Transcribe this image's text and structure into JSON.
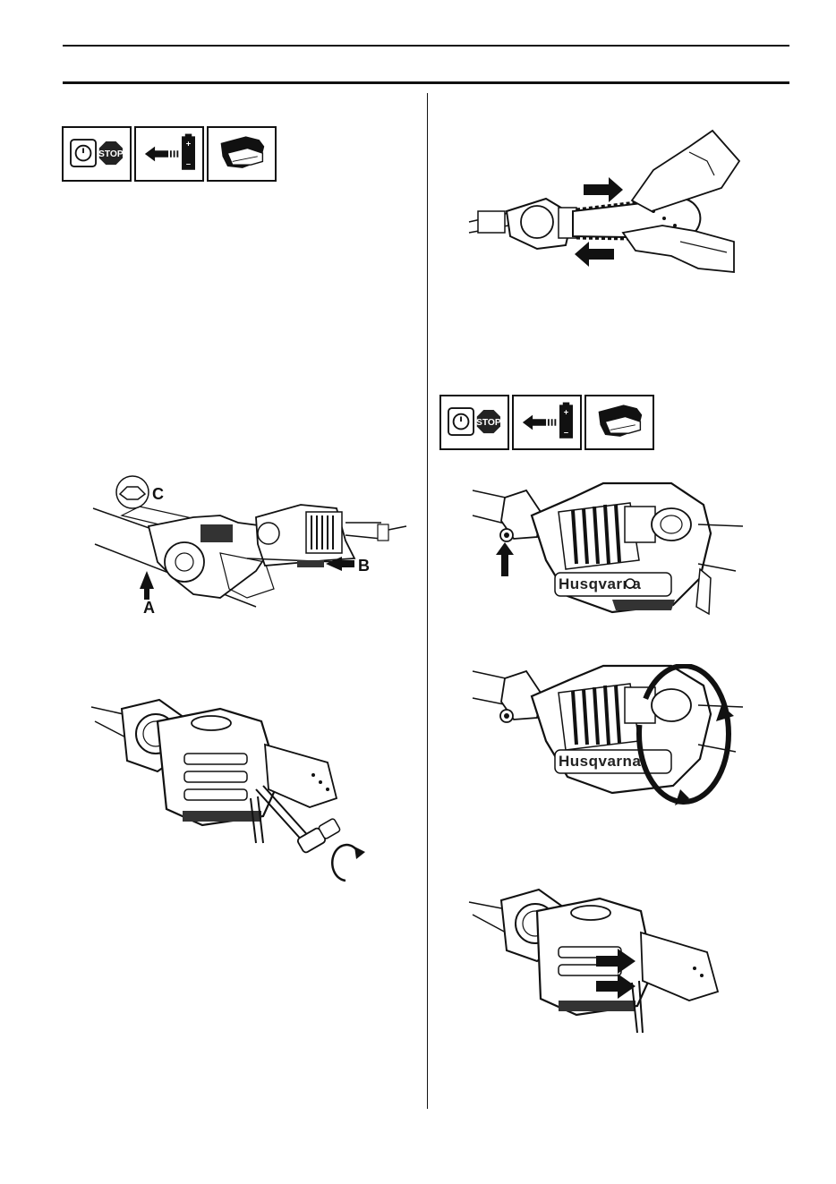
{
  "safety_icons_left": [
    {
      "icon": "stop-switch-icon",
      "label": "STOP"
    },
    {
      "icon": "remove-battery-icon",
      "plus": "+",
      "minus": "–"
    },
    {
      "icon": "wear-gloves-icon"
    }
  ],
  "safety_icons_right": [
    {
      "icon": "stop-switch-icon",
      "label": "STOP"
    },
    {
      "icon": "remove-battery-icon",
      "plus": "+",
      "minus": "–"
    },
    {
      "icon": "wear-gloves-icon"
    }
  ],
  "figure_chain_tension": {
    "callouts": {
      "a": "A",
      "b": "B",
      "c": "C"
    }
  },
  "figure_bar_nuts": {
    "icon": "rotate-ccw-icon"
  },
  "figure_cover_screw": {
    "brand": "Husqvarna"
  },
  "figure_rotate_cover": {
    "brand": "Husqvarna"
  },
  "colors": {
    "ink": "#111111",
    "paper": "#ffffff",
    "stop_red": "#222222"
  }
}
